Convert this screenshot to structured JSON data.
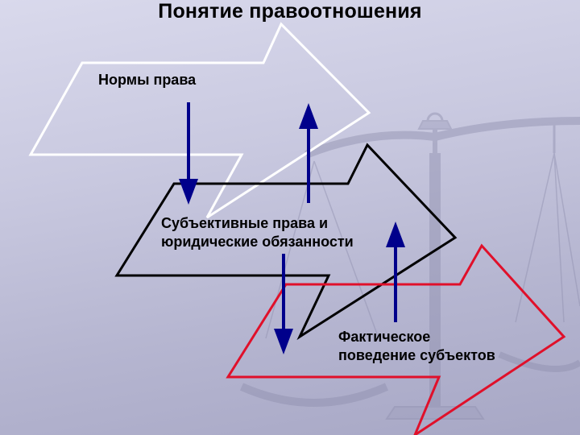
{
  "slide": {
    "title": "Понятие правоотношения",
    "nodes": {
      "norms": {
        "label": "Нормы права",
        "outline_color": "#ffffff"
      },
      "rights": {
        "line1": "Субъективные права и",
        "line2": "юридические обязанности",
        "outline_color": "#000000"
      },
      "behavior": {
        "line1": "Фактическое",
        "line2": "поведение субъектов",
        "outline_color": "#e0102a"
      }
    },
    "arrows": [
      {
        "from": "norms",
        "to": "rights",
        "direction": "down",
        "color": "#00008b"
      },
      {
        "from": "rights",
        "to": "norms",
        "direction": "up",
        "color": "#00008b"
      },
      {
        "from": "rights",
        "to": "behavior",
        "direction": "down",
        "color": "#00008b"
      },
      {
        "from": "behavior",
        "to": "rights",
        "direction": "up",
        "color": "#00008b"
      }
    ],
    "background": {
      "motif": "scales-of-justice"
    }
  }
}
